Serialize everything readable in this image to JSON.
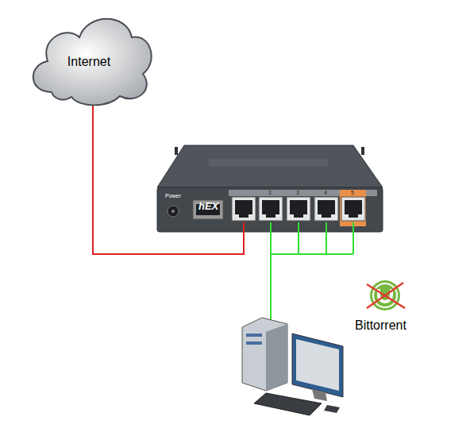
{
  "diagram": {
    "nodes": [
      {
        "text": [
          "Internet"
        ]
      },
      {
        "text": [
          "hEX"
        ]
      }
    ],
    "edges": [
      {
        "from": 0,
        "to": 1,
        "arrow": "none"
      }
    ],
    "labels": [
      "Power",
      "2",
      "3",
      "4",
      "5",
      "Bittorrent"
    ]
  }
}
